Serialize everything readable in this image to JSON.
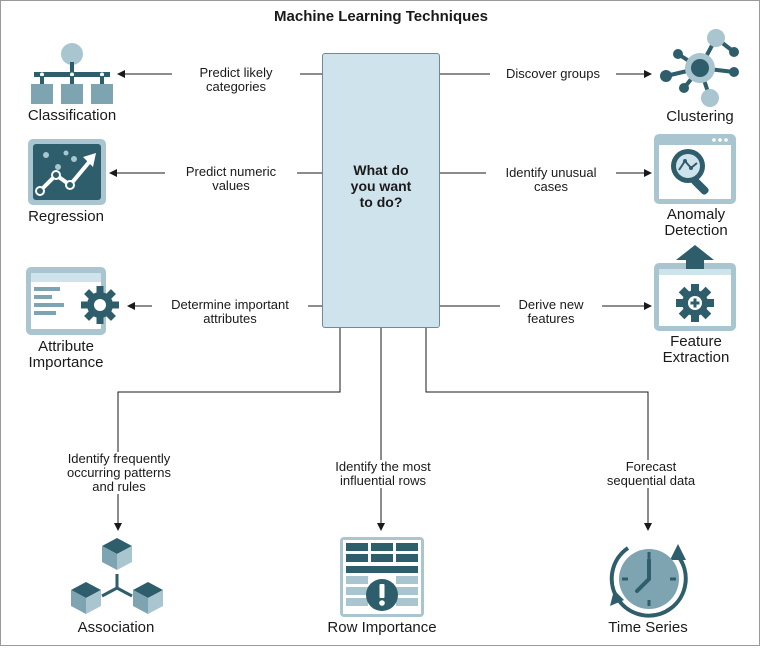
{
  "title": "Machine Learning Techniques",
  "center": {
    "label": "What do\nyou want\nto do?"
  },
  "techniques": {
    "classification": {
      "action": "Predict likely\ncategories",
      "label": "Classification",
      "icon": "hierarchy-icon"
    },
    "regression": {
      "action": "Predict numeric\nvalues",
      "label": "Regression",
      "icon": "trend-chart-icon"
    },
    "attribute_importance": {
      "action": "Determine important\nattributes",
      "label": "Attribute\nImportance",
      "icon": "gear-document-icon"
    },
    "clustering": {
      "action": "Discover groups",
      "label": "Clustering",
      "icon": "network-nodes-icon"
    },
    "anomaly_detection": {
      "action": "Identify unusual\ncases",
      "label": "Anomaly\nDetection",
      "icon": "magnifier-window-icon"
    },
    "feature_extraction": {
      "action": "Derive new\nfeatures",
      "label": "Feature\nExtraction",
      "icon": "gear-upload-icon"
    },
    "association": {
      "action": "Identify frequently\noccurring patterns\nand rules",
      "label": "Association",
      "icon": "cubes-icon"
    },
    "row_importance": {
      "action": "Identify the most\ninfluential rows",
      "label": "Row Importance",
      "icon": "table-alert-icon"
    },
    "time_series": {
      "action": "Forecast\nsequential data",
      "label": "Time Series",
      "icon": "clock-icon"
    }
  },
  "colors": {
    "dark_teal": "#2e5d6b",
    "mid_teal": "#7fa4b1",
    "light_teal": "#cfe3ed",
    "pale_teal": "#a9c5cf"
  }
}
